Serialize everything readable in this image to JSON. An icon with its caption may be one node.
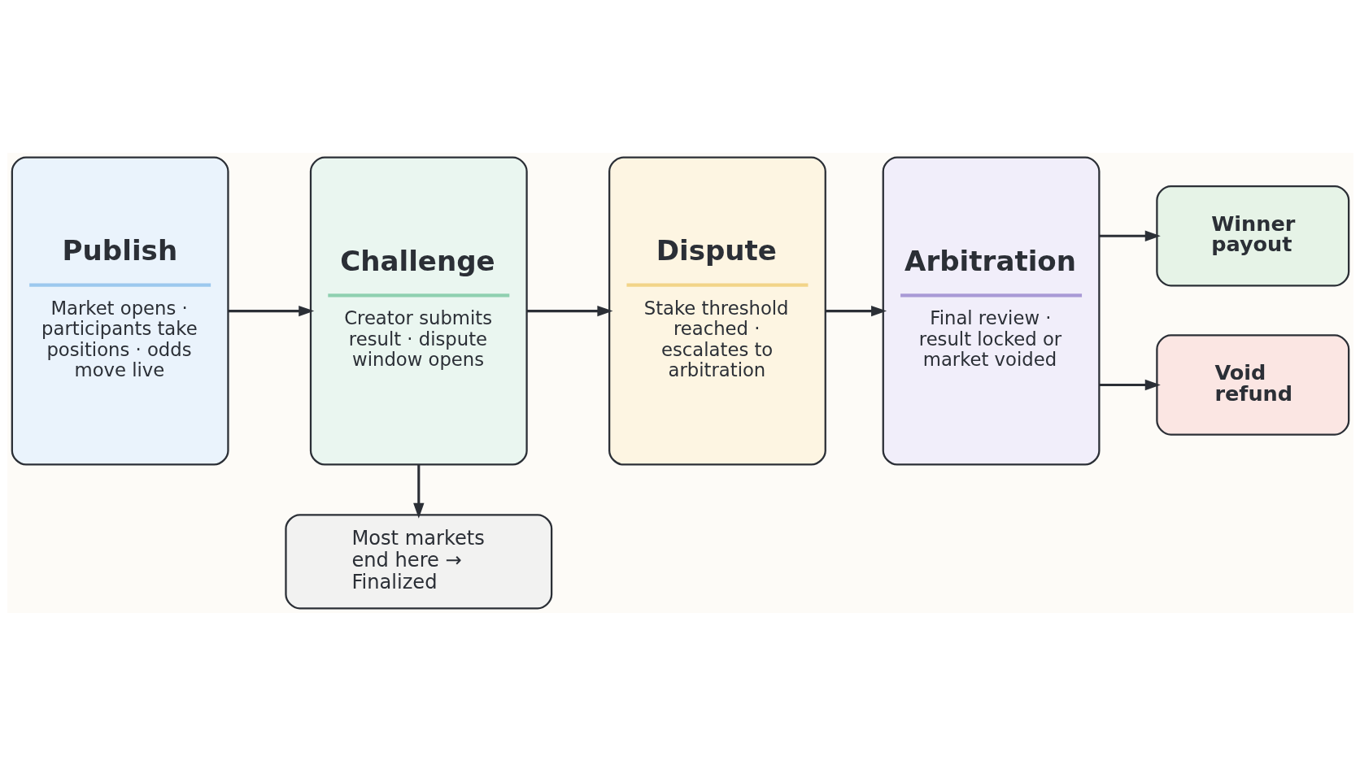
{
  "diagram": {
    "nodes": [
      {
        "text": [
          "Publish",
          "Market opens · participants take positions · odds move live"
        ]
      },
      {
        "text": [
          "Challenge",
          "Creator submits result · dispute window opens"
        ]
      },
      {
        "text": [
          "Dispute",
          "Stake threshold reached · escalates to arbitration"
        ]
      },
      {
        "text": [
          "Arbitration",
          "Final review · result locked or market voided"
        ]
      },
      {
        "text": [
          "Winner payout"
        ]
      },
      {
        "text": [
          "Void refund"
        ]
      },
      {
        "text": [
          "Most markets end here → Finalized"
        ]
      }
    ],
    "edges": [
      {
        "from": 0,
        "to": 1,
        "arrow": "to"
      },
      {
        "from": 1,
        "to": 2,
        "arrow": "to"
      },
      {
        "from": 2,
        "to": 3,
        "arrow": "to"
      },
      {
        "from": 3,
        "to": 4,
        "arrow": "to"
      },
      {
        "from": 3,
        "to": 5,
        "arrow": "to"
      },
      {
        "from": 1,
        "to": 6,
        "arrow": "to"
      }
    ]
  }
}
